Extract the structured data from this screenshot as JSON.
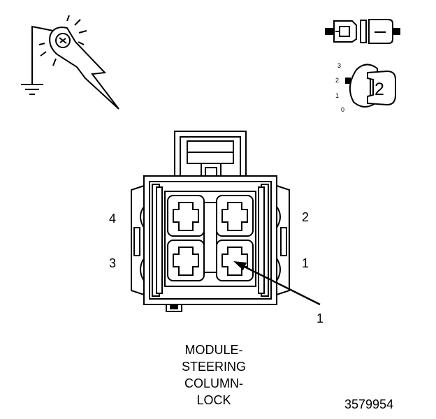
{
  "pins": {
    "pin_4": "4",
    "pin_2": "2",
    "pin_3": "3",
    "pin_1": "1"
  },
  "callout": {
    "number": "1"
  },
  "caption": {
    "line1": "MODULE-",
    "line2": "STEERING",
    "line3": "COLUMN-",
    "line4": "LOCK"
  },
  "figure_id": "3579954",
  "inset_icon": {
    "scale_3": "3",
    "scale_2": "2",
    "scale_1": "1",
    "scale_0": "0",
    "badge": "2"
  },
  "colors": {
    "ink": "#000000",
    "background": "#ffffff"
  }
}
